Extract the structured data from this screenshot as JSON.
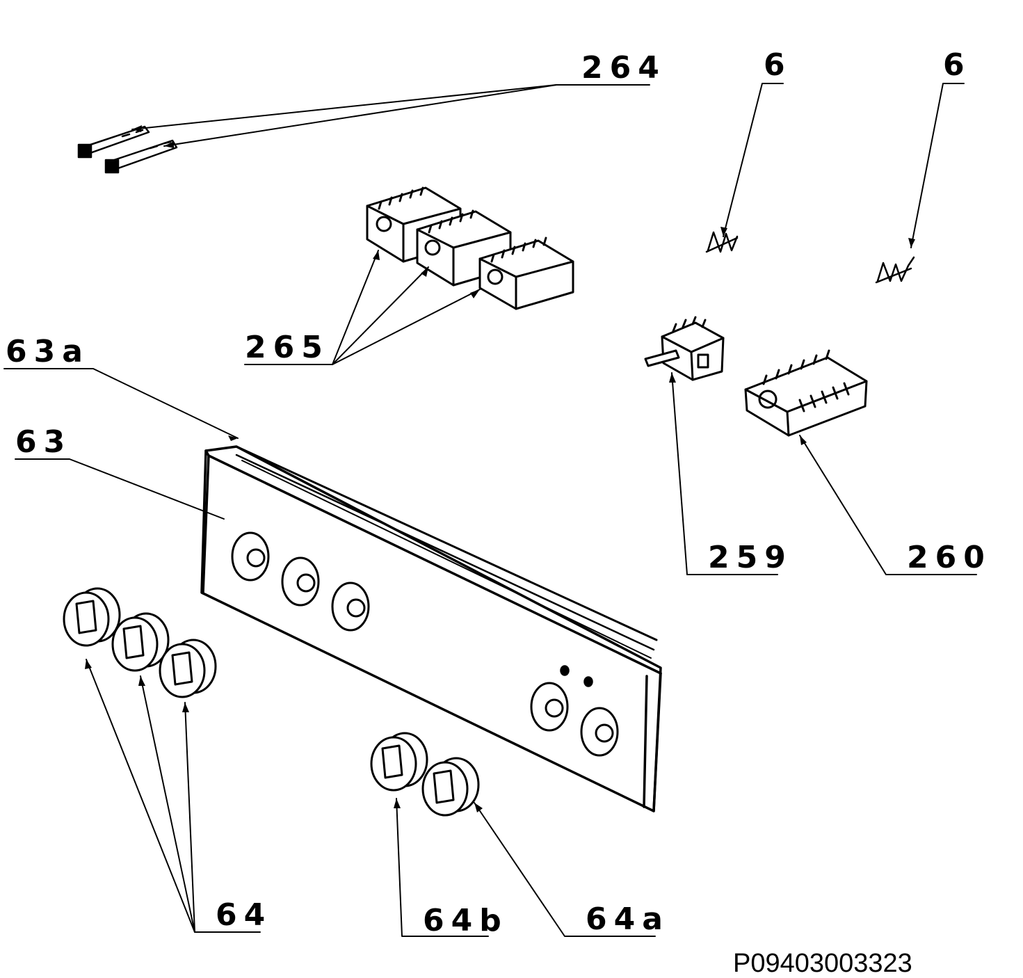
{
  "diagram": {
    "callouts": {
      "c264": "264",
      "c6a": "6",
      "c6b": "6",
      "c265": "265",
      "c63a": "63a",
      "c63": "63",
      "c259": "259",
      "c260": "260",
      "c64": "64",
      "c64b": "64b",
      "c64a": "64a"
    },
    "document_number": "P09403003323"
  }
}
